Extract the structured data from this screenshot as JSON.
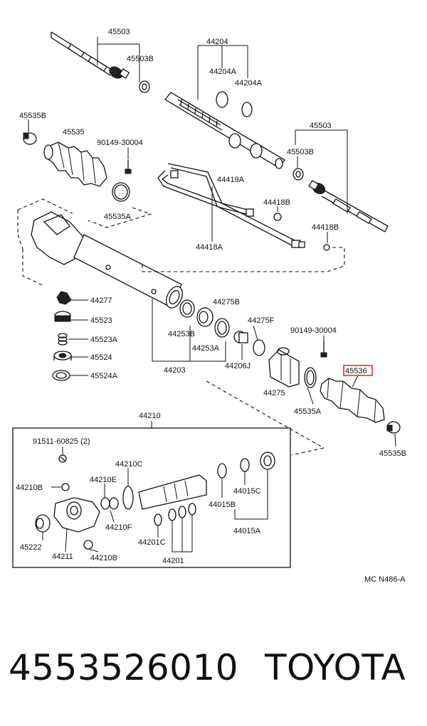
{
  "diagram": {
    "labels": {
      "l45503a": "45503",
      "l45503b": "45503B",
      "l44204": "44204",
      "l44204a1": "44204A",
      "l44204a2": "44204A",
      "l45535b1": "45535B",
      "l45535": "45535",
      "l90149a": "90149-30004",
      "l45503c": "45503",
      "l45503bb": "45503B",
      "l44419a": "44419A",
      "l44418b1": "44418B",
      "l45535a1": "45535A",
      "l44418a": "44418A",
      "l44418b2": "44418B",
      "l44277": "44277",
      "l45523": "45523",
      "l45523a": "45523A",
      "l45524": "45524",
      "l45524a": "45524A",
      "l44275b": "44275B",
      "l44253b": "44253B",
      "l44253a": "44253A",
      "l44275f": "44275F",
      "l90149b": "90149-30004",
      "l44206j": "44206J",
      "l44203": "44203",
      "l45536": "45536",
      "l44275": "44275",
      "l45535a2": "45535A",
      "l45535b2": "45535B",
      "l44210": "44210",
      "l91511": "91511-60825 (2)",
      "l44210c": "44210C",
      "l44210b1": "44210B",
      "l44210e": "44210E",
      "l44015c": "44015C",
      "l44015b": "44015B",
      "l44210f": "44210F",
      "l44015a": "44015A",
      "l45222": "45222",
      "l44211": "44211",
      "l44210b2": "44210B",
      "l44201c": "44201C",
      "l44201": "44201",
      "lcode": "MC N486-A"
    }
  },
  "footer": {
    "part_number": "4553526010",
    "brand": "TOYOTA"
  },
  "colors": {
    "ink": "#111111",
    "highlight": "#e02020",
    "background": "#ffffff"
  }
}
